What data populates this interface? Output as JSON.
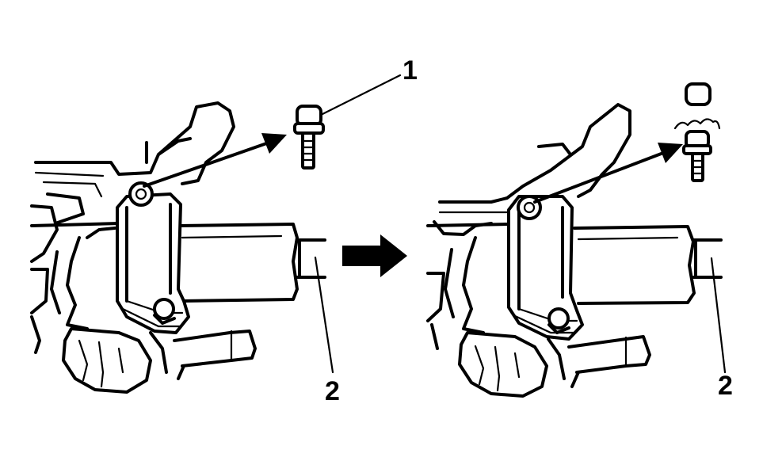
{
  "callouts": {
    "left_bolt": "1",
    "left_shaft": "2",
    "right_shaft": "2"
  },
  "colors": {
    "line": "#000000",
    "background": "#ffffff"
  },
  "icons": {
    "transition": "right-arrow-icon"
  }
}
